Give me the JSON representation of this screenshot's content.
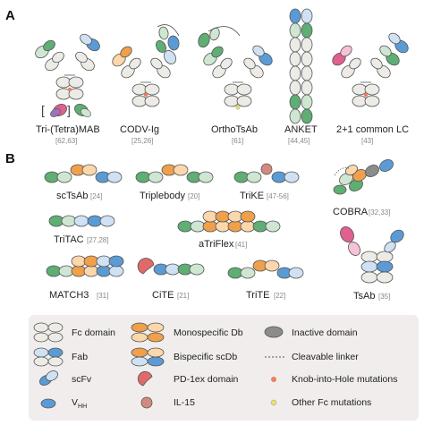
{
  "panels": {
    "a": "A",
    "b": "B"
  },
  "colors": {
    "fc": "#ecebe6",
    "outline": "#555555",
    "green": "#5fae74",
    "green_light": "#cfe6d2",
    "blue": "#5b9bd5",
    "blue_light": "#cfe1f3",
    "orange": "#f0a04b",
    "orange_light": "#fbd7ab",
    "pink": "#e0608f",
    "red": "#e06a6a",
    "purple": "#9e73b8",
    "gray": "#8c8c8c",
    "il15": "#d28a80",
    "khole": "#ea7e61",
    "yellow": "#e9e06a",
    "legend_bg": "#f0edec"
  },
  "section_a": [
    {
      "name": "Tri-(Tetra)MAB",
      "ref": "[62,63]",
      "bracket": "[  ]"
    },
    {
      "name": "CODV-Ig",
      "ref": "[25,26]"
    },
    {
      "name": "OrthoTsAb",
      "ref": "[61]"
    },
    {
      "name": "ANKET",
      "ref": "[44,45]"
    },
    {
      "name": "2+1 common LC",
      "ref": "[43]"
    }
  ],
  "section_b": [
    {
      "name": "scTsAb",
      "ref": "[24]"
    },
    {
      "name": "Triplebody",
      "ref": "[20]"
    },
    {
      "name": "TriKE",
      "ref": "[47-56]"
    },
    {
      "name": "COBRA",
      "ref": "[32,33]"
    },
    {
      "name": "TriTAC",
      "ref": "[27,28]"
    },
    {
      "name": "aTriFlex",
      "ref": "[41]"
    },
    {
      "name": "MATCH3",
      "ref": "[31]"
    },
    {
      "name": "CiTE",
      "ref": "[21]"
    },
    {
      "name": "TriTE",
      "ref": "[22]"
    },
    {
      "name": "TsAb",
      "ref": "[35]"
    }
  ],
  "legend": {
    "fc": "Fc domain",
    "fab": "Fab",
    "scfv": "scFv",
    "vhh_main": "V",
    "vhh_sub": "HH",
    "mono_db": "Monospecific Db",
    "bi_scdb": "Bispecific scDb",
    "pd1": "PD-1ex domain",
    "il15": "IL-15",
    "inactive": "Inactive domain",
    "linker": "Cleavable linker",
    "kih": "Knob-into-Hole mutations",
    "other_fc": "Other Fc mutations"
  }
}
